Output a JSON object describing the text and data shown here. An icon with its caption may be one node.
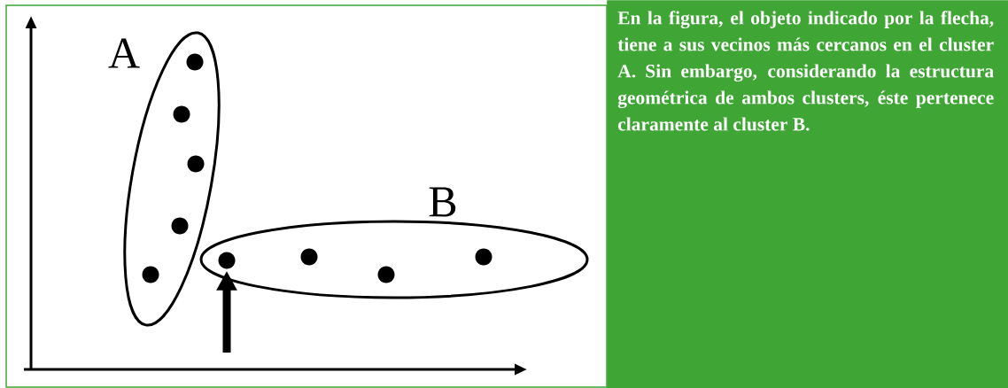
{
  "diagram": {
    "nodes": [
      {
        "text": [
          "A"
        ]
      },
      {
        "text": [],
        "shape": "circle",
        "in": 0
      },
      {
        "text": [],
        "shape": "circle",
        "in": 0
      },
      {
        "text": [],
        "shape": "circle",
        "in": 0
      },
      {
        "text": [],
        "shape": "circle",
        "in": 0
      },
      {
        "text": [],
        "shape": "circle",
        "in": 0
      },
      {
        "text": [
          "B"
        ]
      },
      {
        "text": [],
        "shape": "circle",
        "in": 6
      },
      {
        "text": [],
        "shape": "circle",
        "in": 6
      },
      {
        "text": [],
        "shape": "circle",
        "in": 6
      },
      {
        "text": [],
        "shape": "circle",
        "in": 6
      },
      {
        "text": [
          "En la figura, el objeto indicado por la flecha, tiene a sus vecinos más cercanos en el cluster A. Sin embargo, considerando la estructura geométrica de ambos clusters, éste pertenece claramente al cluster B."
        ]
      }
    ],
    "edges": [
      {
        "from": null,
        "to": 7,
        "arrow": "to"
      }
    ]
  }
}
